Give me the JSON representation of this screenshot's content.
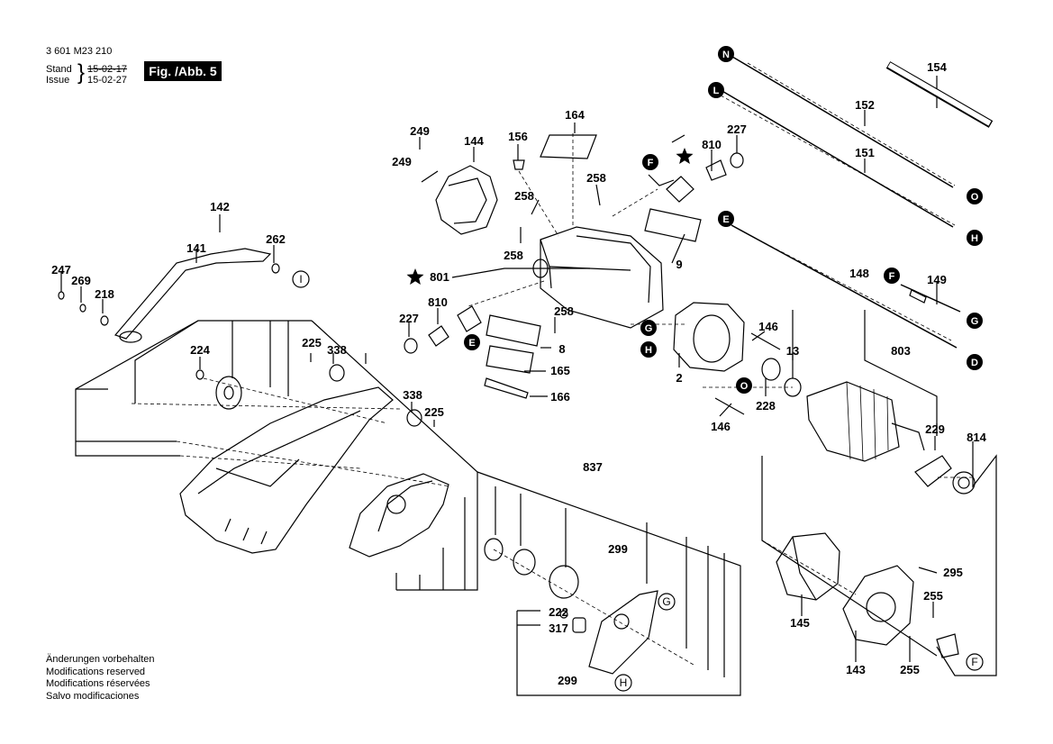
{
  "header": {
    "doc_number": "3 601 M23 210",
    "stand_label": "Stand",
    "issue_label": "Issue",
    "stand_date": "15-02-17",
    "issue_date": "15-02-27",
    "figure_label": "Fig. /Abb. 5"
  },
  "notes": [
    "Änderungen vorbehalten",
    "Modifications reserved",
    "Modifications réservées",
    "Salvo modificaciones"
  ],
  "part_labels": [
    "154",
    "152",
    "151",
    "227",
    "810",
    "164",
    "156",
    "249",
    "144",
    "249",
    "258",
    "258",
    "258",
    "9",
    "142",
    "262",
    "141",
    "247",
    "269",
    "218",
    "801",
    "810",
    "227",
    "258",
    "8",
    "165",
    "166",
    "224",
    "225",
    "338",
    "338",
    "225",
    "146",
    "13",
    "146",
    "2",
    "228",
    "148",
    "149",
    "803",
    "229",
    "814",
    "837",
    "299",
    "222",
    "317",
    "299",
    "295",
    "255",
    "255",
    "145",
    "143"
  ],
  "connector_markers": {
    "dark": [
      "N",
      "L",
      "F",
      "E",
      "F",
      "G",
      "H",
      "E",
      "O",
      "H",
      "G",
      "D",
      "O"
    ],
    "light": [
      "I",
      "G",
      "H",
      "F"
    ]
  },
  "symbols": [
    "star",
    "star"
  ]
}
